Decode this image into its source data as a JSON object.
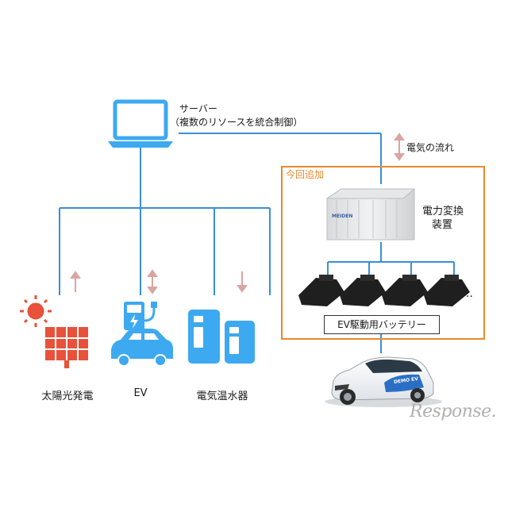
{
  "server": {
    "title": "サーバー",
    "subtitle": "（複数のリソースを統合制御）"
  },
  "flow_label": "電気の流れ",
  "addition_label": "今回追加",
  "converter": {
    "line1": "電力変換",
    "line2": "装置",
    "brand": "MEIDEN"
  },
  "battery_label": "EV駆動用バッテリー",
  "ellipsis": "…",
  "resources": [
    {
      "label": "太陽光発電"
    },
    {
      "label": "EV"
    },
    {
      "label": "電気温水器"
    }
  ],
  "car_text": "DEMO EV",
  "watermark": "Response.",
  "colors": {
    "line": "#3a8fd9",
    "icon": "#3da9f0",
    "arrow": "#d9a5a0",
    "orange": "#e88a2f",
    "sun": "#e8513a"
  }
}
